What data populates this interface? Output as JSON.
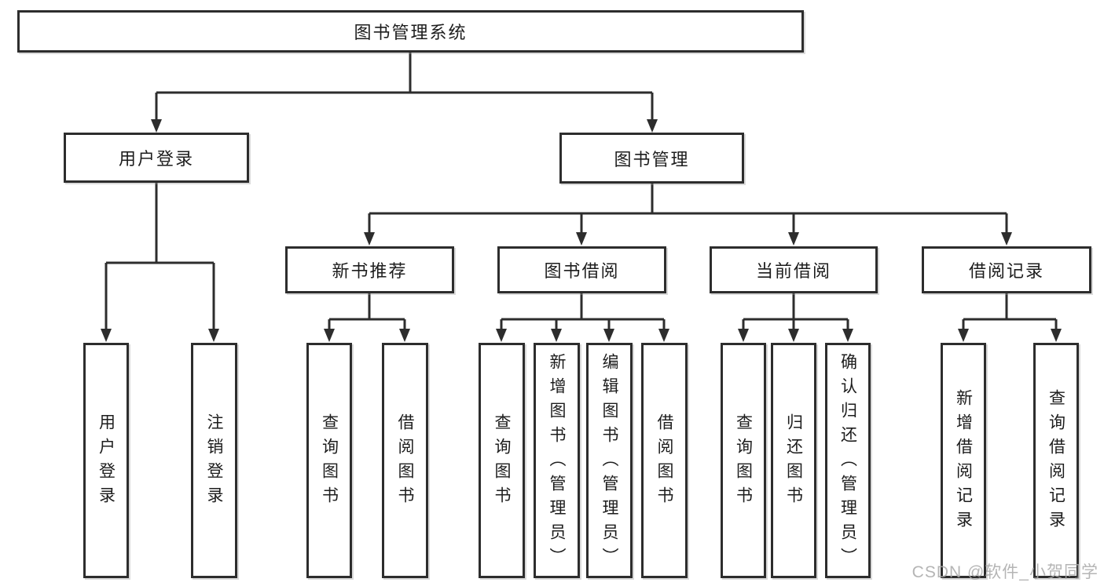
{
  "tree": {
    "label": "图书管理系统",
    "children": [
      {
        "label": "用户登录",
        "children": [
          {
            "label": "用户登录"
          },
          {
            "label": "注销登录"
          }
        ]
      },
      {
        "label": "图书管理",
        "children": [
          {
            "label": "新书推荐",
            "children": [
              {
                "label": "查询图书"
              },
              {
                "label": "借阅图书"
              }
            ]
          },
          {
            "label": "图书借阅",
            "children": [
              {
                "label": "查询图书"
              },
              {
                "label": "新增图书（管理员）"
              },
              {
                "label": "编辑图书（管理员）"
              },
              {
                "label": "借阅图书"
              }
            ]
          },
          {
            "label": "当前借阅",
            "children": [
              {
                "label": "查询图书"
              },
              {
                "label": "归还图书"
              },
              {
                "label": "确认归还（管理员）"
              }
            ]
          },
          {
            "label": "借阅记录",
            "children": [
              {
                "label": "新增借阅记录"
              },
              {
                "label": "查询借阅记录"
              }
            ]
          }
        ]
      }
    ]
  },
  "watermark": "CSDN @软件_小贺同学",
  "colors": {
    "line": "#2d2d2d",
    "box_border": "#2d2d2d",
    "text": "#1d1d1d",
    "watermark": "#a8a8a8",
    "background": "#ffffff"
  }
}
